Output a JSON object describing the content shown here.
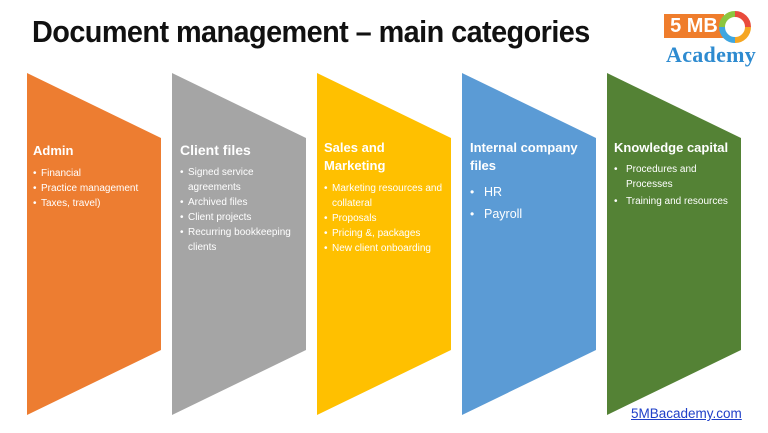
{
  "title": "Document management – main categories",
  "logo": {
    "number": "5 MB",
    "word": "Academy"
  },
  "colors": {
    "admin": "#ed7d31",
    "client": "#a5a5a5",
    "sales": "#ffc000",
    "internal": "#5b9bd5",
    "knowledge": "#548235"
  },
  "categories": [
    {
      "title": "Admin",
      "items": [
        "Financial",
        "Practice management",
        "Taxes, travel)"
      ]
    },
    {
      "title": "Client files",
      "items": [
        "Signed service agreements",
        "Archived files",
        "Client projects",
        "Recurring bookkeeping clients"
      ]
    },
    {
      "title": "Sales and Marketing",
      "items": [
        "Marketing resources and collateral",
        "Proposals",
        "Pricing &, packages",
        "New client onboarding"
      ]
    },
    {
      "title": "Internal company files",
      "items": [
        "HR",
        "Payroll"
      ]
    },
    {
      "title": "Knowledge capital",
      "items": [
        "Procedures and Processes",
        "Training and resources"
      ]
    }
  ],
  "footer": {
    "link": "5MBacademy.com"
  }
}
